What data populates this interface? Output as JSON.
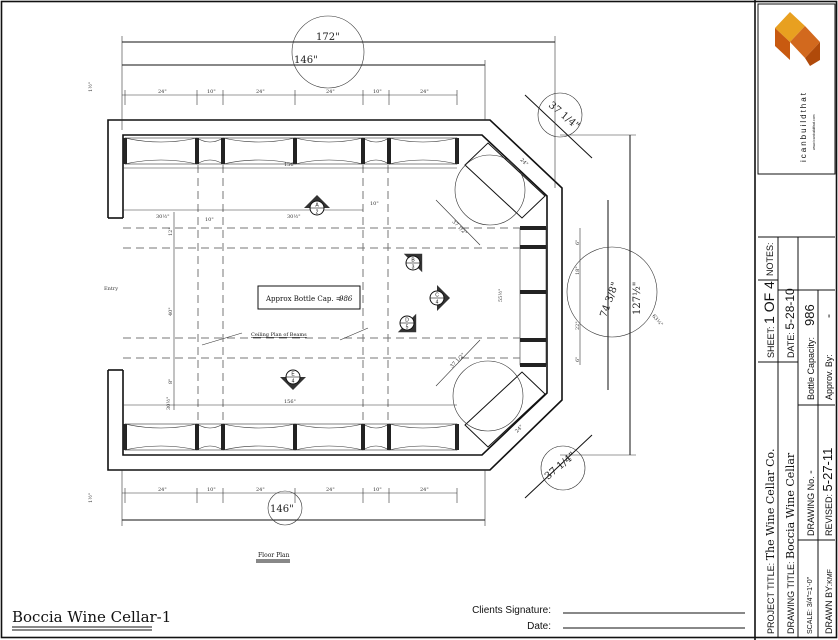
{
  "drawing": {
    "overall_width": "172\"",
    "inner_width_top": "146\"",
    "inner_width_bottom": "146\"",
    "wall_thickness_top": "1½\"",
    "wall_thickness_bottom": "1½\"",
    "rack_segments_top": [
      "24\"",
      "10\"",
      "24\"",
      "24\"",
      "10\"",
      "24\""
    ],
    "rack_segments_bottom": [
      "24\"",
      "10\"",
      "24\"",
      "24\"",
      "10\"",
      "24\""
    ],
    "rack_length_top": "156\"",
    "rack_length_bottom": "156\"",
    "beam_spacing": [
      "30½\"",
      "10\"",
      "30½\""
    ],
    "beam_gap_right": "10\"",
    "left_vertical_dims": [
      "12\"",
      "40\"",
      "8\"",
      "30½\""
    ],
    "right_segments": [
      "6\"",
      "18\"",
      "22\"",
      "6\""
    ],
    "right_inner_height": "74 3/8\"",
    "right_overall_height": "127½\"",
    "right_far_dim": "63¼\"",
    "right_rack_height": "55½\"",
    "diagonal_top": "37 1/4\"",
    "diagonal_bottom": "37 1/4\"",
    "corner_rack_dims": [
      "24\"",
      "37 1/2\"",
      "37 1/2\"",
      "24\""
    ],
    "entry_label": "Entry",
    "bottle_cap_label": "Approx Bottle Cap. =",
    "bottle_cap_value": "986",
    "ceiling_label": "Ceiling Plan of Beams",
    "floor_plan_label": "Floor Plan",
    "section_markers": [
      {
        "letter": "A",
        "sheet": "2"
      },
      {
        "letter": "B",
        "sheet": "3"
      },
      {
        "letter": "C",
        "sheet": "4"
      },
      {
        "letter": "D",
        "sheet": "5"
      },
      {
        "letter": "E",
        "sheet": "4"
      }
    ]
  },
  "footer": {
    "drawing_name": "Boccia Wine Cellar-1",
    "signature_label": "Clients Signature:",
    "date_label": "Date:"
  },
  "title_block": {
    "logo_text": "icanbuildthat",
    "logo_url": "www.icanbuildthat.com",
    "logo_colors": [
      "#e8a020",
      "#d2691e"
    ],
    "project_title_label": "PROJECT TITLE:",
    "project_title": "The Wine Cellar Co.",
    "sheet_label": "SHEET:",
    "sheet_value": "1 OF 4",
    "notes_label": "NOTES:",
    "drawing_title_label": "DRAWING TITLE:",
    "drawing_title": "Boccia Wine Cellar",
    "date_label": "DATE:",
    "date_value": "5-28-10",
    "scale_label": "SCALE: 3/4\"=1'-0\"",
    "drawing_no_label": "DRAWING No.",
    "drawing_no_value": "-",
    "bottle_capacity_label": "Bottle Capacity:",
    "bottle_capacity_value": "986",
    "drawn_by_label": "DRAWN BY:",
    "drawn_by_value": "KMF",
    "revised_label": "REVISED:",
    "revised_value": "5-27-11",
    "approv_label": "Approv. By:",
    "approv_value": "-"
  }
}
